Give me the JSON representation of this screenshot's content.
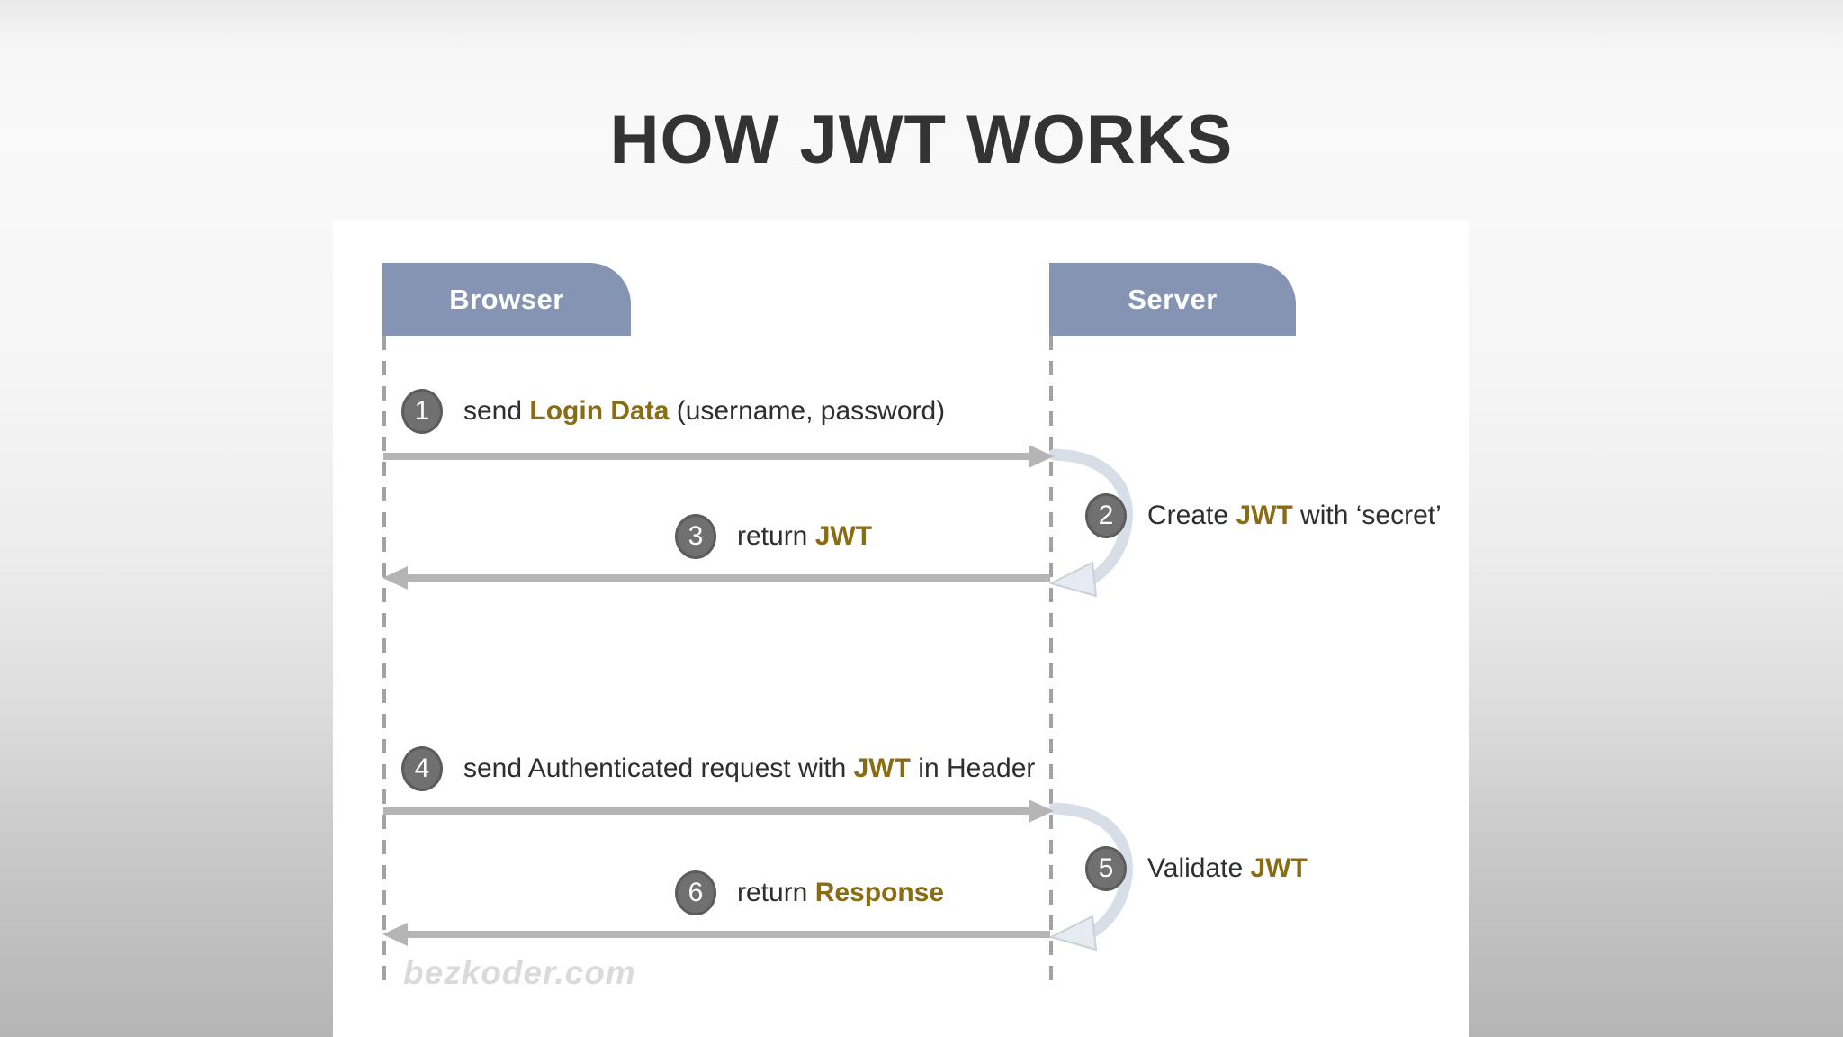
{
  "title": "HOW JWT WORKS",
  "actors": {
    "browser": "Browser",
    "server": "Server"
  },
  "steps": [
    {
      "num": "1",
      "pre": "send ",
      "em": "Login Data",
      "post": " (username, password)"
    },
    {
      "num": "2",
      "pre": "Create ",
      "em": "JWT",
      "post": " with ‘secret’"
    },
    {
      "num": "3",
      "pre": "return ",
      "em": "JWT",
      "post": ""
    },
    {
      "num": "4",
      "pre": "send Authenticated request with ",
      "em": "JWT",
      "post": " in Header"
    },
    {
      "num": "5",
      "pre": "Validate ",
      "em": "JWT",
      "post": ""
    },
    {
      "num": "6",
      "pre": "return ",
      "em": "Response",
      "post": ""
    }
  ],
  "watermark": "bezkoder.com",
  "colors": {
    "accent_gold": "#8a6c12",
    "actor_blue": "#8494b2",
    "circle_gray": "#707070",
    "arrow_gray": "#b5b5b5",
    "text_dark": "#2e2e2e",
    "panel_white": "#ffffff"
  }
}
